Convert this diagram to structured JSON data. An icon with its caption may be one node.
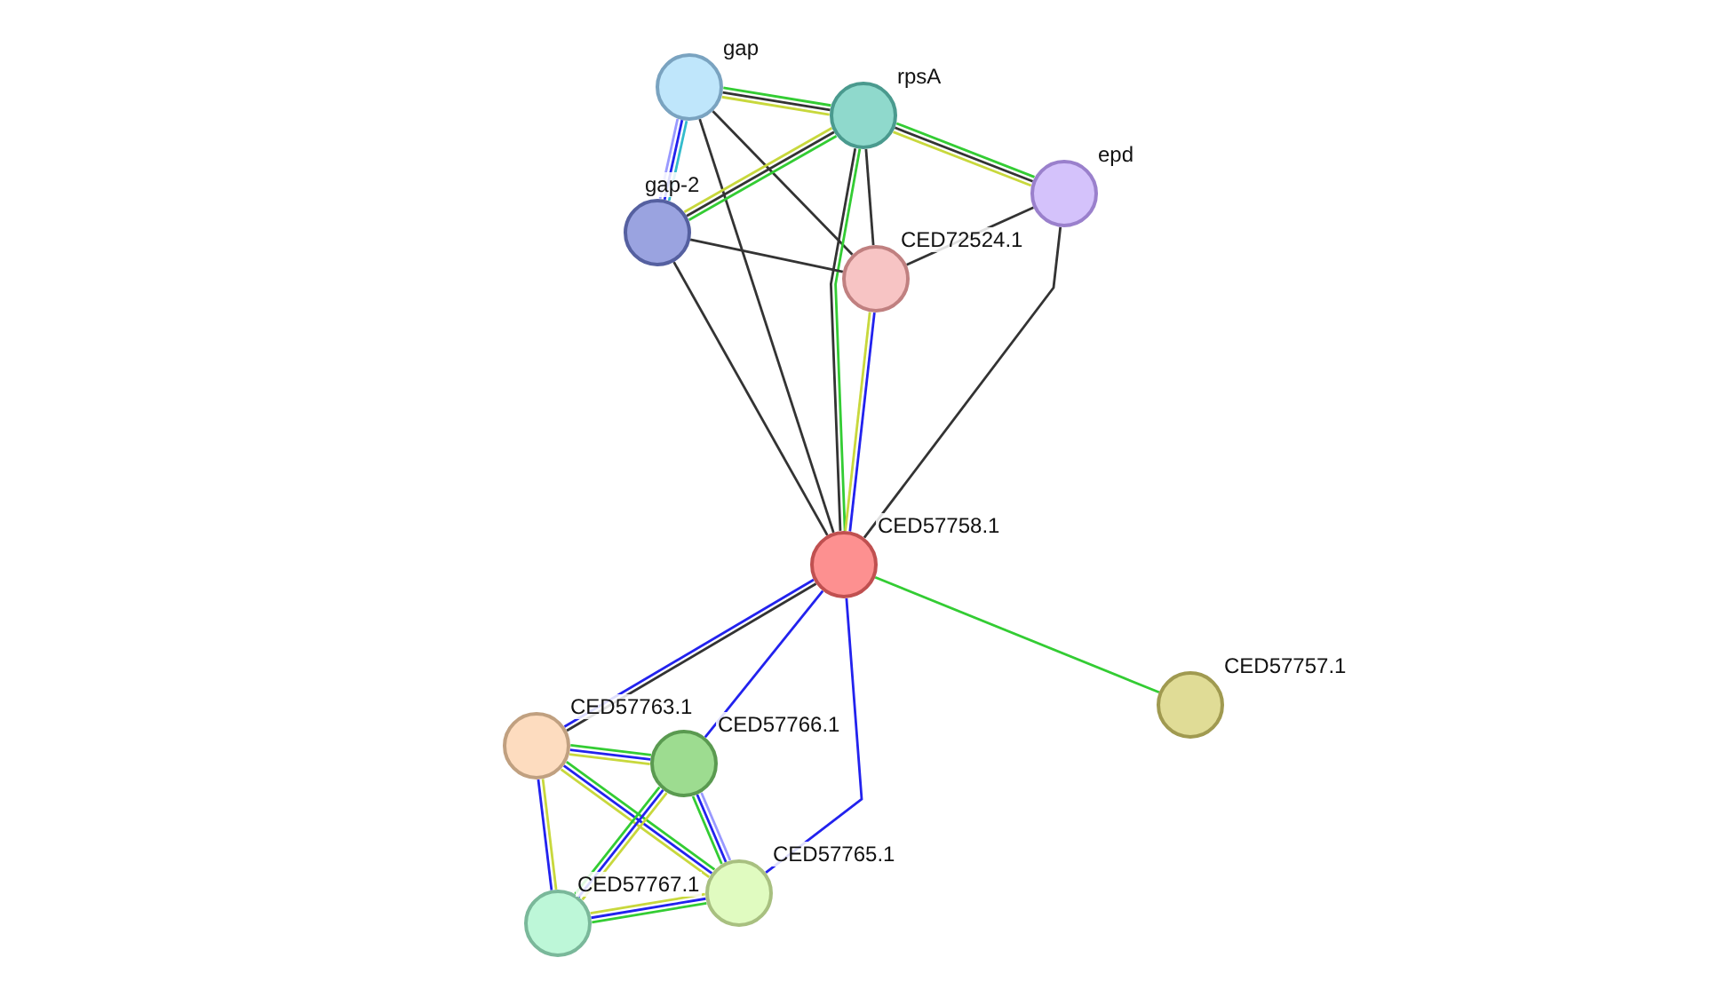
{
  "diagram": {
    "nodes": [
      {
        "text": [
          "gap"
        ]
      },
      {
        "text": [
          "rpsA"
        ]
      },
      {
        "text": [
          "epd"
        ]
      },
      {
        "text": [
          "gap-2"
        ]
      },
      {
        "text": [
          "CED72524.1"
        ]
      },
      {
        "text": [
          "CED57758.1"
        ]
      },
      {
        "text": [
          "CED57757.1"
        ]
      },
      {
        "text": [
          "CED57763.1"
        ]
      },
      {
        "text": [
          "CED57766.1"
        ]
      },
      {
        "text": [
          "CED57767.1"
        ]
      },
      {
        "text": [
          "CED57765.1"
        ]
      }
    ],
    "edges": [
      {
        "from": 0,
        "to": 1,
        "arrow": "none",
        "color": "#33cc33"
      },
      {
        "from": 0,
        "to": 1,
        "arrow": "none"
      },
      {
        "from": 0,
        "to": 1,
        "arrow": "none",
        "color": "#c8d83c"
      },
      {
        "from": 0,
        "to": 3,
        "arrow": "none",
        "color": "#33bbcc"
      },
      {
        "from": 0,
        "to": 3,
        "arrow": "none",
        "color": "#2222ee"
      },
      {
        "from": 0,
        "to": 3,
        "arrow": "none",
        "color": "#9999ff"
      },
      {
        "from": 0,
        "to": 4,
        "arrow": "none"
      },
      {
        "from": 0,
        "to": 5,
        "arrow": "none"
      },
      {
        "from": 1,
        "to": 3,
        "arrow": "none",
        "color": "#33cc33"
      },
      {
        "from": 1,
        "to": 3,
        "arrow": "none"
      },
      {
        "from": 1,
        "to": 3,
        "arrow": "none",
        "color": "#c8d83c"
      },
      {
        "from": 1,
        "to": 2,
        "arrow": "none",
        "color": "#33cc33"
      },
      {
        "from": 1,
        "to": 2,
        "arrow": "none"
      },
      {
        "from": 1,
        "to": 2,
        "arrow": "none",
        "color": "#c8d83c"
      },
      {
        "from": 1,
        "to": 4,
        "arrow": "none"
      },
      {
        "from": 1,
        "to": 5,
        "arrow": "none",
        "color": "#33cc33"
      },
      {
        "from": 1,
        "to": 5,
        "arrow": "none"
      },
      {
        "from": 3,
        "to": 4,
        "arrow": "none"
      },
      {
        "from": 3,
        "to": 5,
        "arrow": "none"
      },
      {
        "from": 2,
        "to": 4,
        "arrow": "none"
      },
      {
        "from": 2,
        "to": 5,
        "arrow": "none"
      },
      {
        "from": 4,
        "to": 5,
        "arrow": "none",
        "color": "#2222ee"
      },
      {
        "from": 4,
        "to": 5,
        "arrow": "none",
        "color": "#c8d83c"
      },
      {
        "from": 5,
        "to": 6,
        "arrow": "none",
        "color": "#33cc33"
      },
      {
        "from": 5,
        "to": 7,
        "arrow": "none"
      },
      {
        "from": 5,
        "to": 7,
        "arrow": "none",
        "color": "#2222ee"
      },
      {
        "from": 5,
        "to": 8,
        "arrow": "none",
        "color": "#2222ee"
      },
      {
        "from": 5,
        "to": 10,
        "arrow": "none",
        "color": "#2222ee"
      },
      {
        "from": 7,
        "to": 8,
        "arrow": "none",
        "color": "#33cc33"
      },
      {
        "from": 7,
        "to": 8,
        "arrow": "none",
        "color": "#2222ee"
      },
      {
        "from": 7,
        "to": 8,
        "arrow": "none",
        "color": "#c8d83c"
      },
      {
        "from": 7,
        "to": 10,
        "arrow": "none",
        "color": "#33cc33"
      },
      {
        "from": 7,
        "to": 10,
        "arrow": "none",
        "color": "#2222ee"
      },
      {
        "from": 7,
        "to": 10,
        "arrow": "none",
        "color": "#c8d83c"
      },
      {
        "from": 7,
        "to": 9,
        "arrow": "none",
        "color": "#c8d83c"
      },
      {
        "from": 7,
        "to": 9,
        "arrow": "none",
        "color": "#2222ee"
      },
      {
        "from": 8,
        "to": 9,
        "arrow": "none",
        "color": "#c8d83c"
      },
      {
        "from": 8,
        "to": 9,
        "arrow": "none",
        "color": "#2222ee"
      },
      {
        "from": 8,
        "to": 9,
        "arrow": "none",
        "color": "#33cc33"
      },
      {
        "from": 8,
        "to": 10,
        "arrow": "none",
        "color": "#9999ff"
      },
      {
        "from": 8,
        "to": 10,
        "arrow": "none",
        "color": "#2222ee"
      },
      {
        "from": 8,
        "to": 10,
        "arrow": "none",
        "color": "#33cc33"
      },
      {
        "from": 9,
        "to": 10,
        "arrow": "none",
        "color": "#c8d83c"
      },
      {
        "from": 9,
        "to": 10,
        "arrow": "none",
        "color": "#2222ee"
      },
      {
        "from": 9,
        "to": 10,
        "arrow": "none",
        "color": "#33cc33"
      }
    ]
  }
}
